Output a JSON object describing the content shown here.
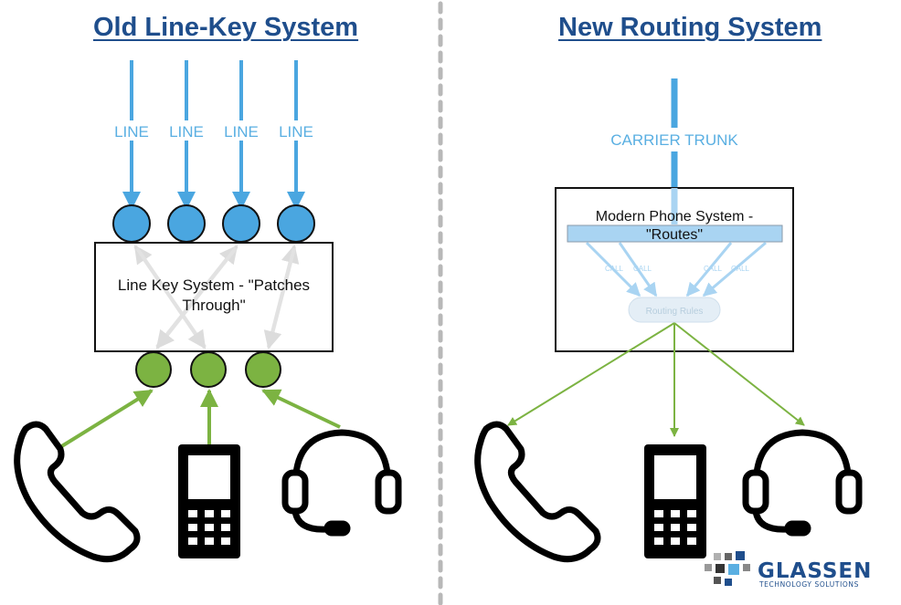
{
  "left": {
    "title": "Old Line-Key System",
    "line_labels": [
      "LINE",
      "LINE",
      "LINE",
      "LINE"
    ],
    "box_label": "Line Key System - \"Patches Through\""
  },
  "right": {
    "title": "New Routing System",
    "trunk_label": "CARRIER TRUNK",
    "box_label": "Modern Phone System - \"Routes\"",
    "call_labels": [
      "CALL",
      "CALL",
      "CALL",
      "CALL"
    ],
    "rules_label": "Routing Rules"
  },
  "logo": {
    "name": "GLASSEN",
    "tagline": "TECHNOLOGY SOLUTIONS"
  },
  "colors": {
    "title": "#1f4e8c",
    "line_blue": "#5aafe2",
    "node_blue": "#4aa6e0",
    "node_green": "#7cb342",
    "arrow_green": "#7cb342",
    "patch_gray": "#e2e2e2",
    "divider": "#b8b8b8"
  },
  "icons": [
    "phone-handset-icon",
    "mobile-phone-icon",
    "headset-icon"
  ]
}
